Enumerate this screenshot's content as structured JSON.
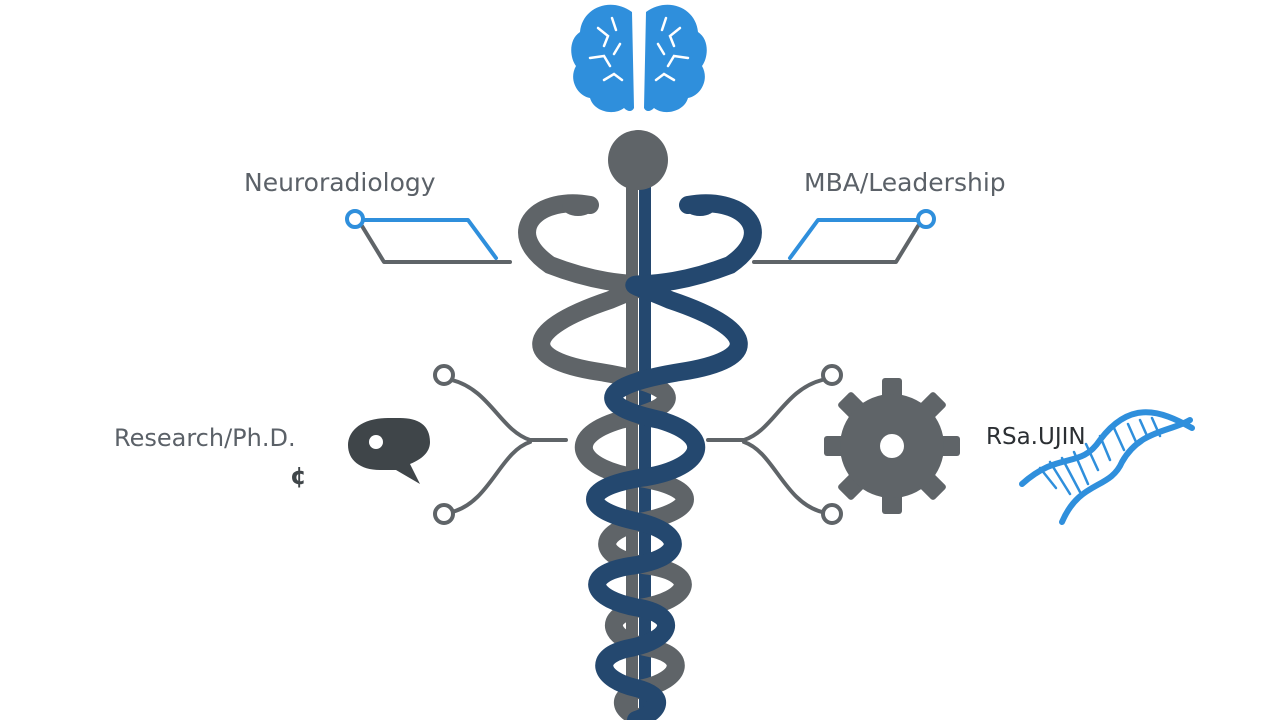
{
  "branches": {
    "top_left": "Neuroradiology",
    "top_right": "MBA/Leadership",
    "middle_left": "Research/Ph.D.",
    "middle_left_extra": "¢",
    "middle_right": "RSa.UJIN"
  },
  "icons": [
    "brain-icon",
    "speech-bubble-icon",
    "gear-icon",
    "dna-helix-icon",
    "caduceus-icon"
  ],
  "colors": {
    "blue": "#2f8fdc",
    "navy": "#24486f",
    "gray": "#5f6468",
    "background": "#ffffff"
  }
}
